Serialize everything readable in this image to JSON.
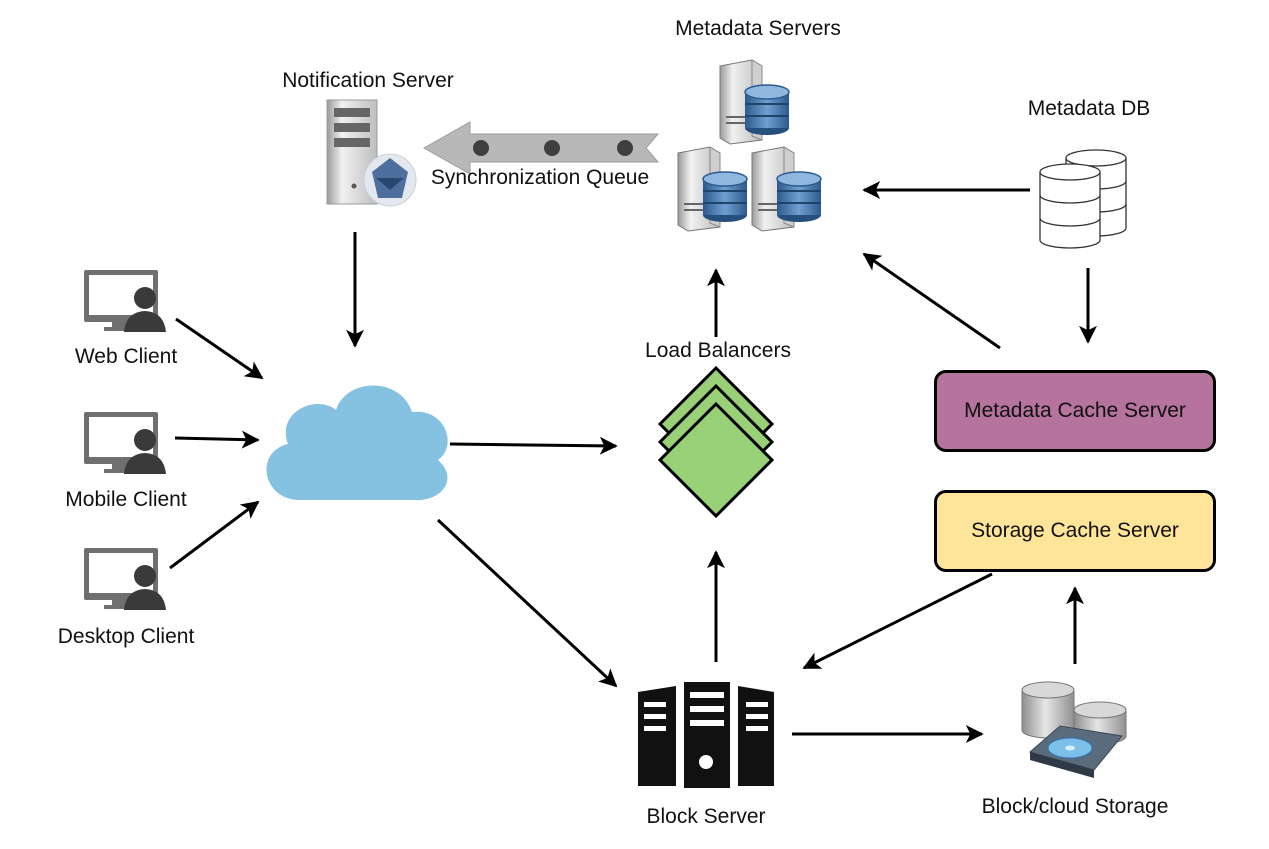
{
  "nodes": {
    "metadata_servers": "Metadata Servers",
    "notification_server": "Notification Server",
    "metadata_db": "Metadata DB",
    "synchronization_queue": "Synchronization Queue",
    "web_client": "Web Client",
    "mobile_client": "Mobile Client",
    "desktop_client": "Desktop Client",
    "load_balancers": "Load Balancers",
    "metadata_cache_server": "Metadata Cache Server",
    "storage_cache_server": "Storage Cache Server",
    "block_server": "Block Server",
    "block_cloud_storage": "Block/cloud Storage"
  },
  "colors": {
    "metadata_cache_fill": "#b5739d",
    "storage_cache_fill": "#ffe599",
    "load_balancer_fill": "#97d077",
    "cloud_fill": "#85c1e0",
    "server_db_blue": "#3f6ea3",
    "queue_arrow": "#b8b8b8",
    "block_server_black": "#111111"
  },
  "icons": {
    "clients": "monitor-user-icon",
    "cloud": "cloud-icon",
    "metadata_servers": "database-server-icon",
    "notification_server": "server-tower-icon",
    "metadata_db": "database-icon",
    "load_balancers": "stacked-diamond-icon",
    "block_server": "server-rack-icon",
    "block_cloud_storage": "storage-disk-icon"
  }
}
